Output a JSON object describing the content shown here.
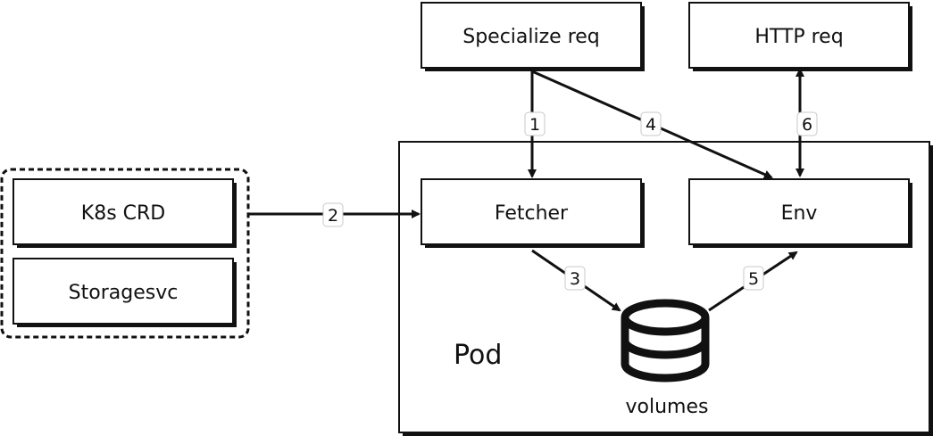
{
  "nodes": {
    "specialize_req": "Specialize req",
    "http_req": "HTTP req",
    "k8s_crd": "K8s CRD",
    "storagesvc": "Storagesvc",
    "fetcher": "Fetcher",
    "env": "Env"
  },
  "pod_label": "Pod",
  "volumes_label": "volumes",
  "steps": {
    "s1": "1",
    "s2": "2",
    "s3": "3",
    "s4": "4",
    "s5": "5",
    "s6": "6"
  }
}
